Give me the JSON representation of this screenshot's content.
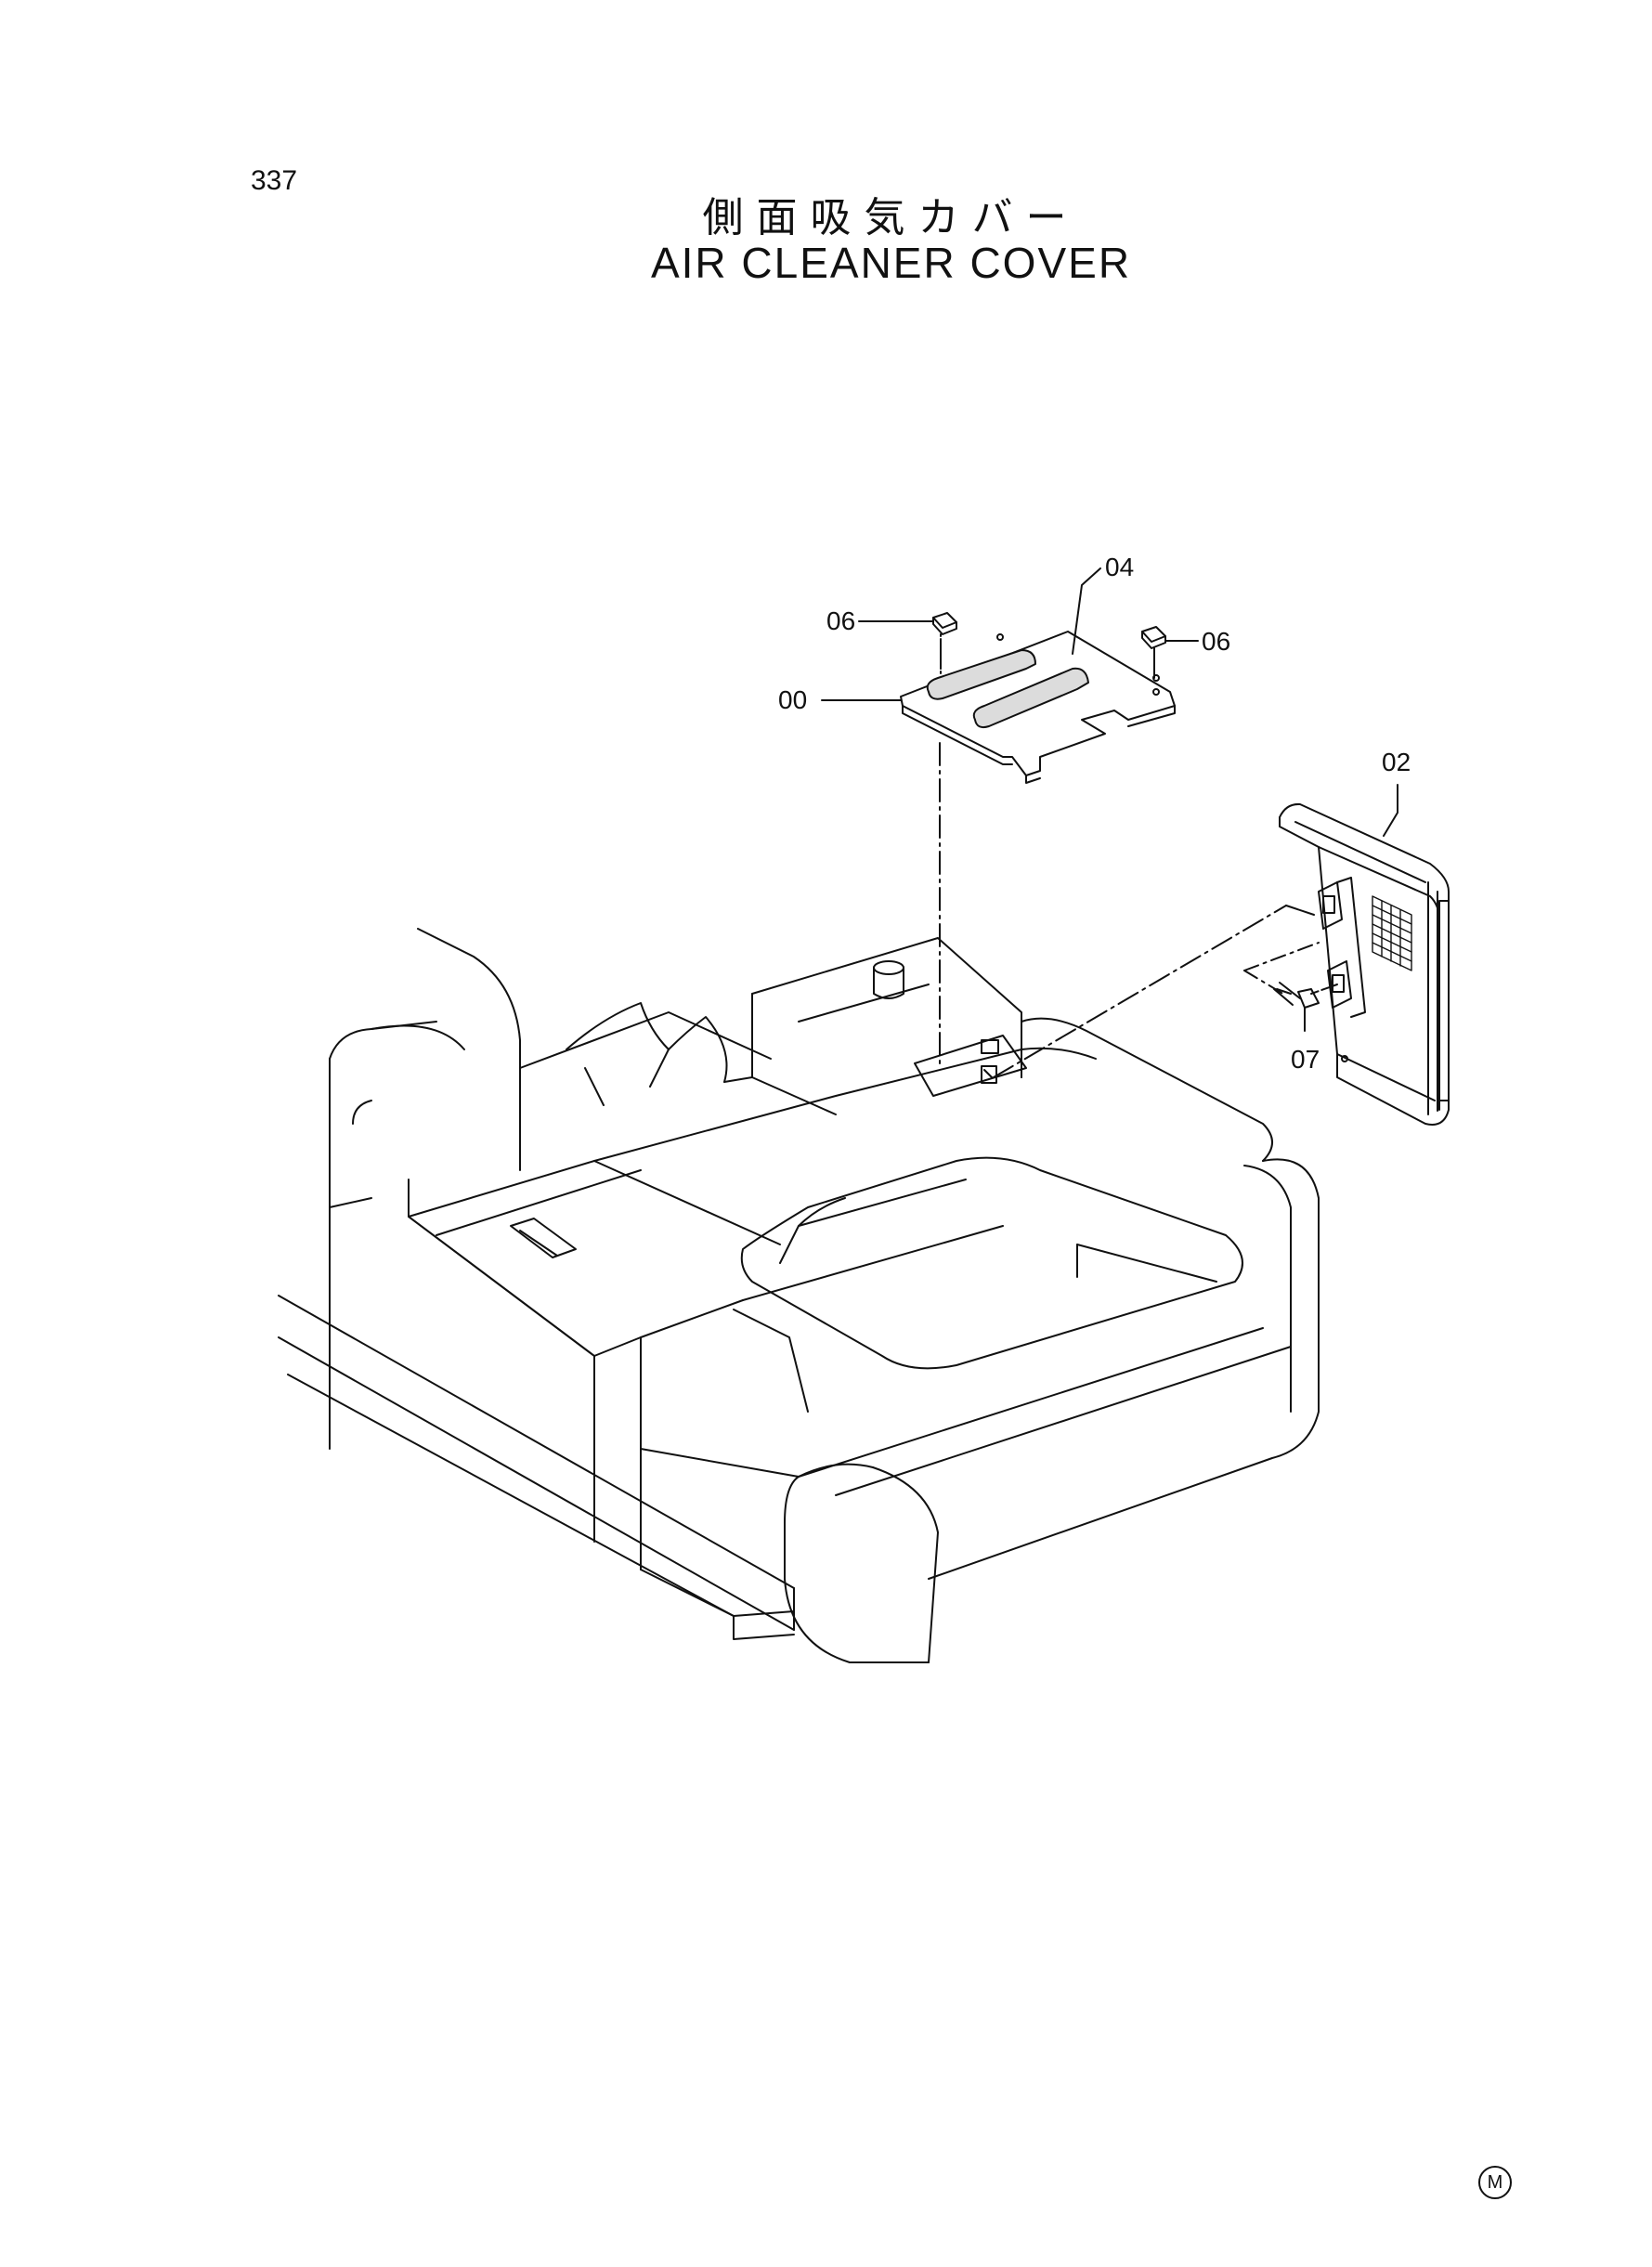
{
  "page": {
    "number": "337"
  },
  "title": {
    "japanese": "側面吸気カバー",
    "english": "AIR CLEANER COVER"
  },
  "callouts": {
    "c00": "00",
    "c02": "02",
    "c04": "04",
    "c06_left": "06",
    "c06_right": "06",
    "c07": "07"
  },
  "footer": {
    "mark": "M"
  }
}
